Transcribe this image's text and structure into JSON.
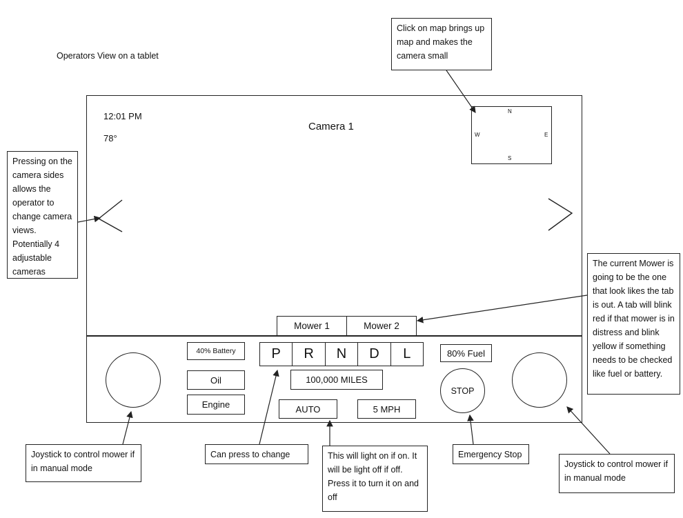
{
  "page_title": "Operators View on a tablet",
  "screen": {
    "time": "12:01 PM",
    "temperature": "78°",
    "camera_label": "Camera 1",
    "map": {
      "north": "N",
      "south": "S",
      "east": "E",
      "west": "W"
    },
    "tabs": [
      "Mower 1",
      "Mower 2"
    ]
  },
  "controls": {
    "battery": "40% Battery",
    "oil": "Oil",
    "engine": "Engine",
    "gears": [
      "P",
      "R",
      "N",
      "D",
      "L"
    ],
    "odometer": "100,000 MILES",
    "auto": "AUTO",
    "speed": "5 MPH",
    "fuel": "80% Fuel",
    "stop": "STOP"
  },
  "annotations": {
    "map_note": "Click on map brings up map and makes the camera small",
    "camera_sides_note": "Pressing on the camera sides allows the operator to change camera views. Potentially 4 adjustable cameras",
    "mower_tab_note": "The current Mower is going to be the one that look likes the tab is out. A tab will blink red if that mower is in distress and blink yellow if something needs to be checked like fuel or battery.",
    "joystick_left_note": "Joystick to control mower if in manual mode",
    "gear_note": "Can press to change",
    "auto_note": "This will light on if on. It will be light off if off. Press it to turn it on and off",
    "estop_note": "Emergency Stop",
    "joystick_right_note": "Joystick to control mower if in manual mode"
  }
}
